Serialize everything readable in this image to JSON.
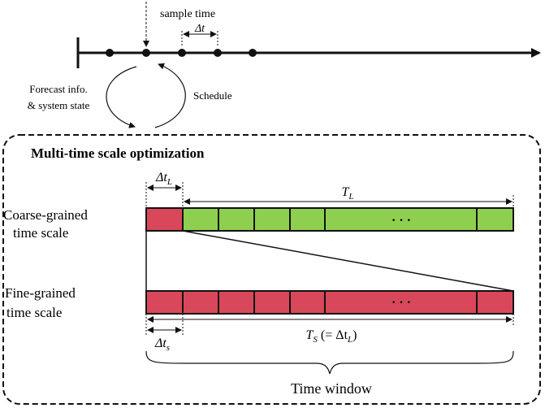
{
  "timeline": {
    "sample_time_label": "sample time",
    "delta_t_label": "Δt",
    "forecast_label_line1": "Forecast info.",
    "forecast_label_line2": "& system state",
    "schedule_label": "Schedule"
  },
  "optimization_box": {
    "title": "Multi-time scale optimization",
    "coarse": {
      "label_line1": "Coarse-grained",
      "label_line2": "time scale",
      "delta_label": "Δt",
      "delta_sub": "L",
      "span_label": "T",
      "span_sub": "L",
      "ellipsis": "· · ·"
    },
    "fine": {
      "label_line1": "Fine-grained",
      "label_line2": "time scale",
      "delta_label": "Δt",
      "delta_sub": "s",
      "span_label": "T",
      "span_sub": "S",
      "span_suffix_open": " (= Δt",
      "span_suffix_sub": "L",
      "span_suffix_close": ")",
      "ellipsis": "· · ·"
    },
    "time_window_label": "Time window"
  },
  "colors": {
    "red": "#d9485a",
    "green": "#8fcf4f",
    "stroke": "#111111"
  }
}
